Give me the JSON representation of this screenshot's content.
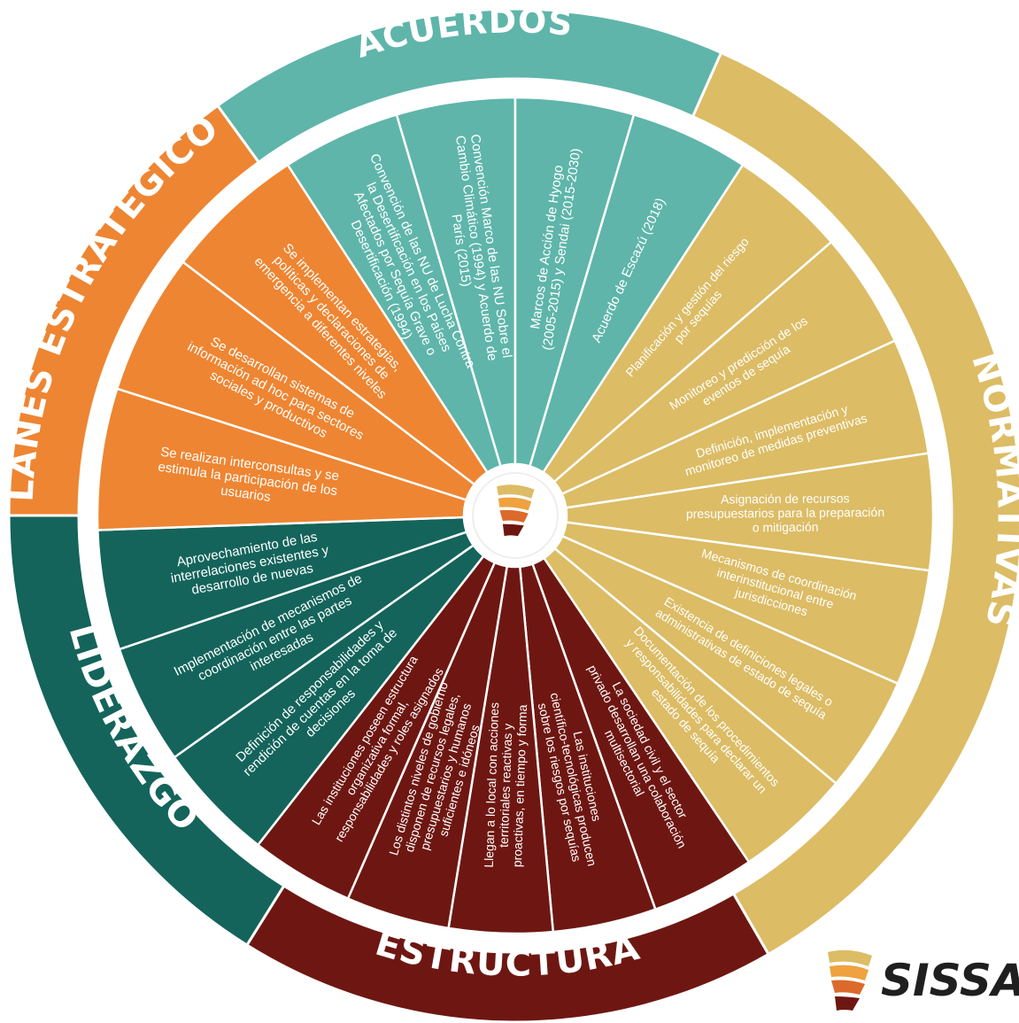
{
  "colors": {
    "acuerdos": "#5fb5aa",
    "normativas": "#dcbc65",
    "estructura": "#6e1712",
    "liderazgo": "#14645b",
    "planes": "#ee8532",
    "logo_dark": "#6e1712",
    "logo_mid": "#dc6a2a",
    "logo_light": "#efa23f",
    "logo_top": "#dcbc65"
  },
  "categories": [
    {
      "key": "acuerdos",
      "title": "ACUERDOS",
      "items": [
        "Convención de las NU de Lucha Contra la Desertificación en los Países Afectados por Sequía Grave o Desertificación (1994)",
        "Convención Marco de las NU Sobre el Cambio Climático (1994) y Acuerdo de París (2015)",
        "Marcos de Acción de Hyogo (2005-2015) y Sendai (2015-2030)",
        "Acuerdo de Escazú (2018)"
      ]
    },
    {
      "key": "normativas",
      "title": "NORMATIVAS",
      "items": [
        "Planificación y gestión del riesgo por sequías",
        "Monitoreo y predicción de los eventos de sequía",
        "Definición, implementación y monitoreo de medidas preventivas",
        "Asignación de recursos presupuestarios para la preparación o mitigación",
        "Mecanismos de coordinación interinstitucional entre jurisdicciones",
        "Existencia de definiciones legales o administrativas de estado de sequía",
        "Documentación de los procedimientos y responsabilidades para declarar un estado de sequía"
      ]
    },
    {
      "key": "estructura",
      "title": "ESTRUCTURA",
      "items": [
        "La sociedad civil y el sector privado desarrollan una colaboración multisectorial",
        "Las instituciones científico-tecnológicas producen sobre los riesgos por sequías",
        "Llegan a lo local con acciones territoriales reactivas y proactivas, en tiempo y forma",
        "Los distintos niveles de gobierno disponen de recursos legales, presupuestarios y humanos suficientes e idóneos",
        "Las instituciones poseen estructura organizativa formal, responsabilidades y roles asignados"
      ]
    },
    {
      "key": "liderazgo",
      "title": "LIDERAZGO",
      "items": [
        "Definición de responsabilidades y rendición de cuentas en la toma de decisiones",
        "Implementación de mecanismos de coordinación entre las partes interesadas",
        "Aprovechamiento de las interrelaciones existentes y desarrollo de nuevas"
      ]
    },
    {
      "key": "planes",
      "title": "PLANES ESTRATÉGICOS",
      "items": [
        "Se realizan interconsultas y se estimula la participación de los usuarios",
        "Se desarrollan sistemas de información ad hoc para sectores sociales y productivos",
        "Se implementan estrategias, políticas y declaraciones de emergencia a diferentes niveles"
      ]
    }
  ],
  "logo": {
    "text": "SISSA"
  }
}
